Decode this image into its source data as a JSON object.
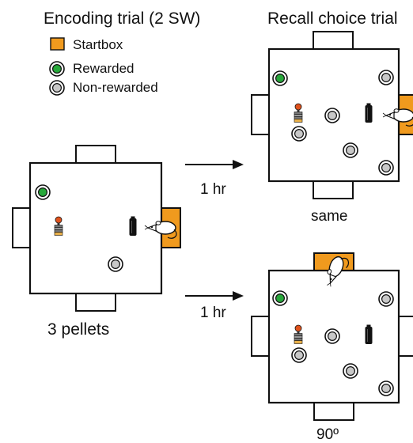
{
  "titles": {
    "encoding": "Encoding trial (2 SW)",
    "recall": "Recall choice trial"
  },
  "legend": {
    "startbox": "Startbox",
    "rewarded": "Rewarded",
    "non_rewarded": "Non-rewarded"
  },
  "arrows": {
    "top_delay": "1 hr",
    "bottom_delay": "1 hr"
  },
  "captions": {
    "encoding": "3 pellets",
    "recall_same": "same",
    "recall_rotated": "90º"
  },
  "colors": {
    "startbox": "#f09a1e",
    "rewarded": "#27a83a",
    "non_rewarded": "#c8c8c8",
    "outline": "#111111"
  }
}
